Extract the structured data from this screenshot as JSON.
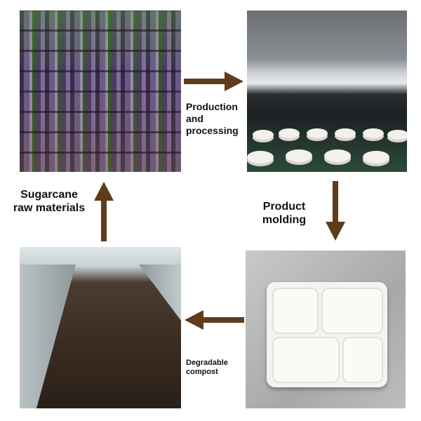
{
  "labels": {
    "production": "Production and processing",
    "sugarcane": "Sugarcane raw materials",
    "molding": "Product molding",
    "compost": "Degradable compost"
  },
  "colors": {
    "arrow": "#5e3c1c"
  }
}
